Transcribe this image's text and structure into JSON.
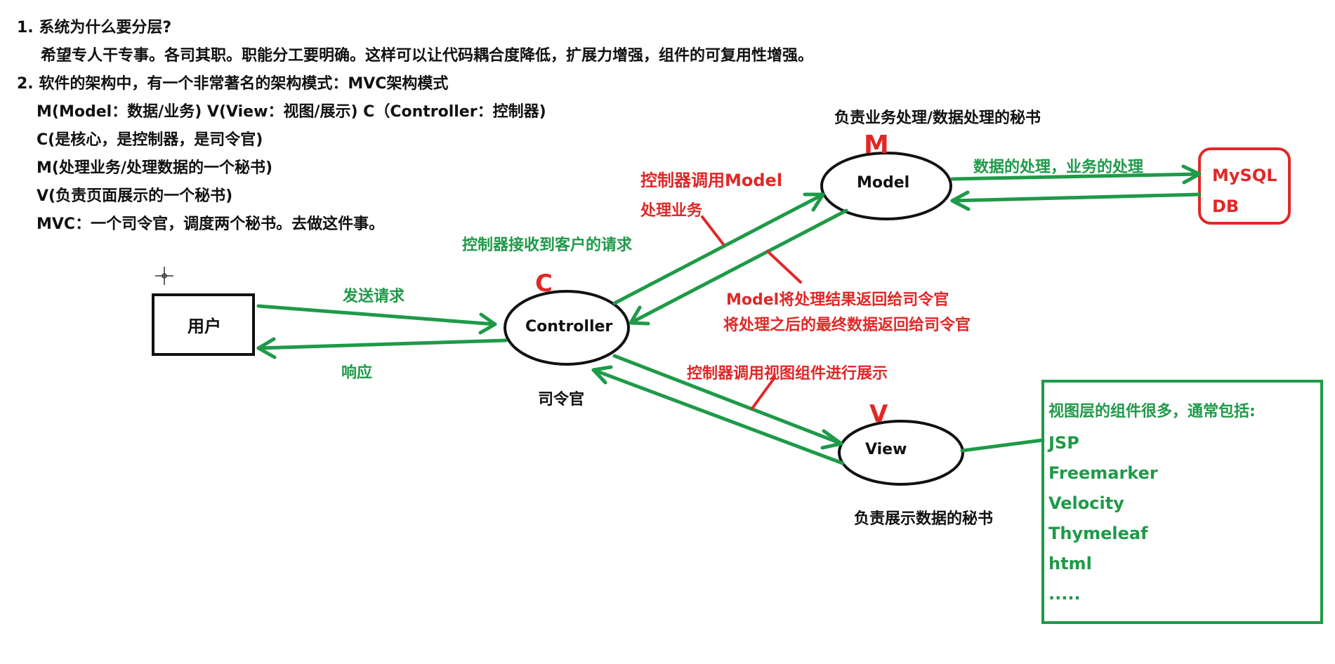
{
  "notes": {
    "line1": "1. 系统为什么要分层?",
    "line2": "希望专人干专事。各司其职。职能分工要明确。这样可以让代码耦合度降低，扩展力增强，组件的可复用性增强。",
    "line3": "2. 软件的架构中，有一个非常著名的架构模式：MVC架构模式",
    "line4": "M(Model：数据/业务)   V(View：视图/展示)  C（Controller：控制器)",
    "line5": "C(是核心，是控制器，是司令官)",
    "line6": "M(处理业务/处理数据的一个秘书)",
    "line7": "V(负责页面展示的一个秘书)",
    "line8": "MVC：一个司令官，调度两个秘书。去做这件事。"
  },
  "diagram": {
    "user_label": "用户",
    "controller_label": "Controller",
    "model_label": "Model",
    "view_label": "View",
    "c_letter": "C",
    "m_letter": "M",
    "v_letter": "V",
    "controller_caption": "司令官",
    "model_caption": "负责业务处理/数据处理的秘书",
    "view_caption": "负责展示数据的秘书",
    "send_request": "发送请求",
    "response": "响应",
    "controller_receive": "控制器接收到客户的请求",
    "call_model_1": "控制器调用Model",
    "call_model_2": "处理业务",
    "model_return_1": "Model将处理结果返回给司令官",
    "model_return_2": "将处理之后的最终数据返回给司令官",
    "call_view": "控制器调用视图组件进行展示",
    "data_process": "数据的处理，业务的处理",
    "db_line1": "MySQL",
    "db_line2": "DB",
    "view_box_title": "视图层的组件很多，通常包括:",
    "view_components": [
      "JSP",
      "Freemarker",
      "Velocity",
      "Thymeleaf",
      "html",
      "....."
    ]
  },
  "colors": {
    "green": "#1e9a48",
    "red": "#e02828",
    "black": "#111111"
  }
}
